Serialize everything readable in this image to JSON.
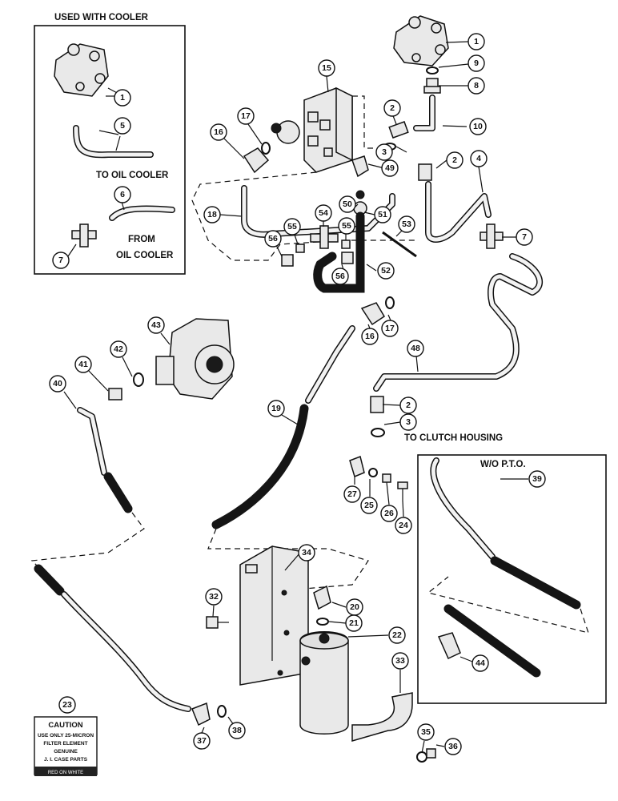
{
  "labels": {
    "used_with_cooler": "USED WITH COOLER",
    "to_oil_cooler": "TO OIL COOLER",
    "from": "FROM",
    "oil_cooler": "OIL COOLER",
    "to_clutch_housing": "TO CLUTCH HOUSING",
    "wo_pto": "W/O P.T.O."
  },
  "caution": {
    "title": "CAUTION",
    "line1": "USE ONLY 25-MICRON",
    "line2": "FILTER ELEMENT",
    "line3": "GENUINE",
    "line4": "J. I. CASE PARTS",
    "footer": "RED ON WHITE"
  },
  "callouts": [
    "1",
    "5",
    "6",
    "7",
    "1",
    "9",
    "8",
    "15",
    "17",
    "16",
    "2",
    "10",
    "3",
    "49",
    "2",
    "4",
    "18",
    "50",
    "51",
    "54",
    "55",
    "55",
    "56",
    "56",
    "53",
    "52",
    "7",
    "43",
    "42",
    "41",
    "40",
    "17",
    "16",
    "48",
    "2",
    "3",
    "19",
    "27",
    "25",
    "26",
    "24",
    "39",
    "34",
    "20",
    "21",
    "32",
    "22",
    "33",
    "23",
    "37",
    "38",
    "35",
    "36",
    "44"
  ]
}
